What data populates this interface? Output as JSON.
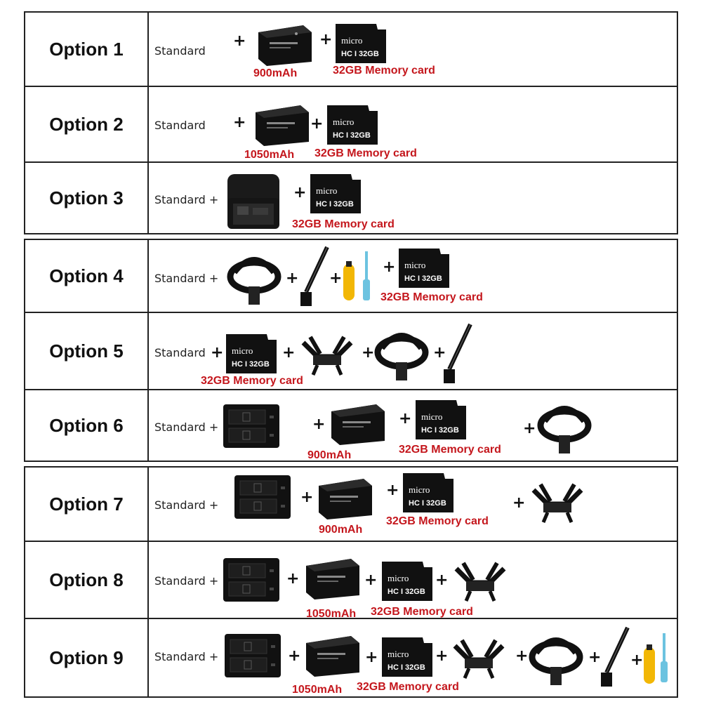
{
  "options": [
    {
      "title": "Option 1",
      "standard": "Standard",
      "battery": "900mAh",
      "card": "32GB Memory card"
    },
    {
      "title": "Option 2",
      "standard": "Standard",
      "battery": "1050mAh",
      "card": "32GB Memory card"
    },
    {
      "title": "Option 3",
      "standard": "Standard +",
      "card": "32GB Memory card"
    },
    {
      "title": "Option 4",
      "standard": "Standard +",
      "card": "32GB Memory card"
    },
    {
      "title": "Option 5",
      "standard": "Standard",
      "card": "32GB Memory card"
    },
    {
      "title": "Option 6",
      "standard": "Standard +",
      "battery": "900mAh",
      "card": "32GB Memory card"
    },
    {
      "title": "Option 7",
      "standard": "Standard +",
      "battery": "900mAh",
      "card": "32GB Memory card"
    },
    {
      "title": "Option 8",
      "standard": "Standard +",
      "battery": "1050mAh",
      "card": "32GB Memory card"
    },
    {
      "title": "Option 9",
      "standard": "Standard +",
      "battery": "1050mAh",
      "card": "32GB Memory card"
    }
  ],
  "plus_sign": "+",
  "card_brand": "micro",
  "card_capacity": "32GB",
  "colors": {
    "caption": "#c4161c",
    "border": "#222222",
    "product": "#111111",
    "float": "#f2b705",
    "tool": "#6cc3e0"
  }
}
